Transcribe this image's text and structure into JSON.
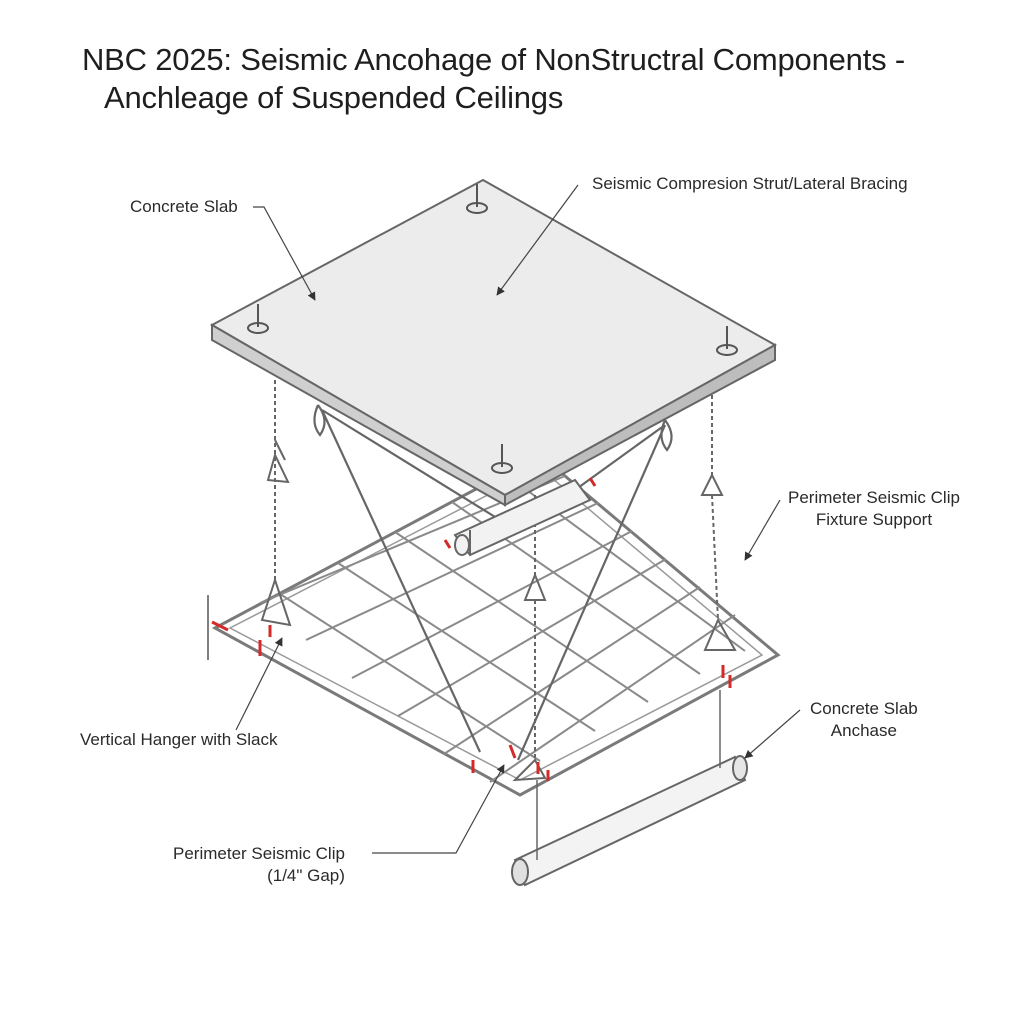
{
  "title": {
    "line1": "NBC 2025: Seismic Ancohage of NonStructral Components -",
    "line2": "Anchleage of Suspended Ceilings"
  },
  "labels": {
    "concrete_slab": "Concrete Slab",
    "compression_strut": "Seismic Compresion Strut/Lateral Bracing",
    "perimeter_clip_fixture": {
      "line1": "Perimeter Seismic Clip",
      "line2": "Fixture Support"
    },
    "vertical_hanger": "Vertical Hanger with Slack",
    "slab_anchor": {
      "line1": "Concrete Slab",
      "line2": "Anchase"
    },
    "perimeter_clip_gap": {
      "line1": "Perimeter Seismic Clip",
      "line2": "(1/4\" Gap)"
    }
  },
  "colors": {
    "line": "#555555",
    "slab_top": "#ececec",
    "slab_front": "#cfcfcf",
    "slab_side": "#bdbdbd",
    "grid": "#8a8a8a",
    "accent": "#d42a2a"
  }
}
